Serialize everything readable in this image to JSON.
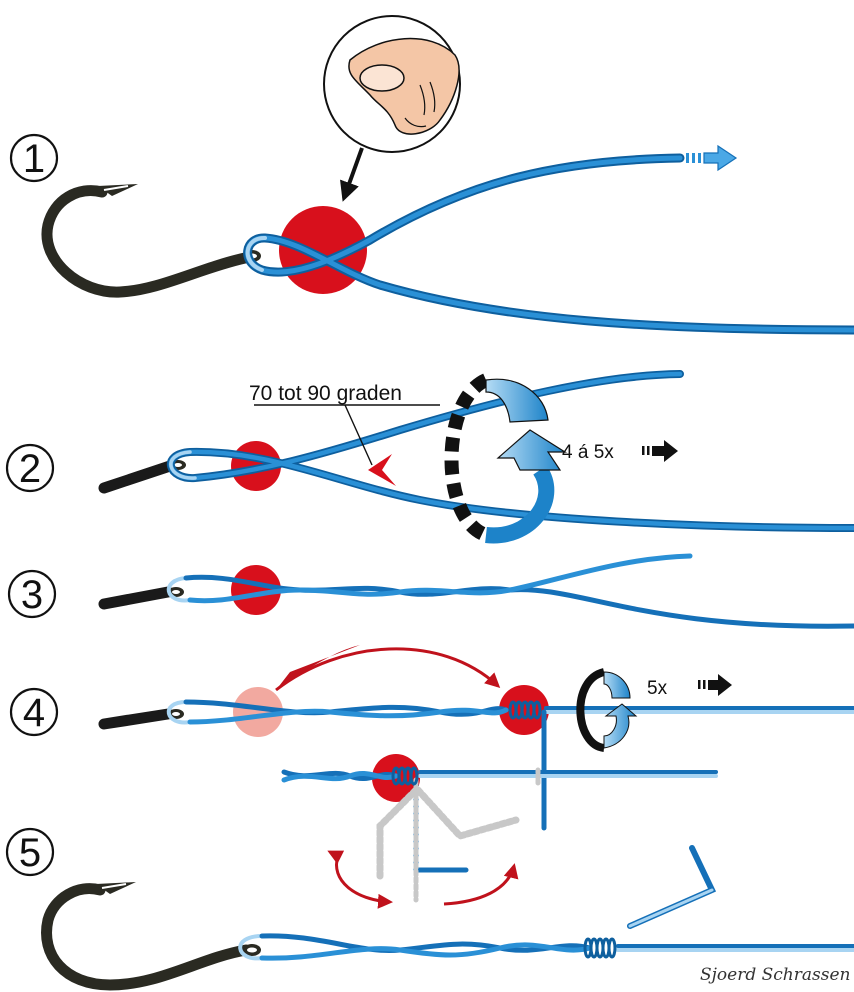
{
  "steps": [
    {
      "number": "1"
    },
    {
      "number": "2",
      "angle_label": "70 tot 90 graden",
      "turns_label": "4 á 5x"
    },
    {
      "number": "3"
    },
    {
      "number": "4",
      "turns_label": "5x"
    },
    {
      "number": "5"
    }
  ],
  "signature": "Sjoerd Schrassen",
  "icons": [
    "hook-icon",
    "finger-pinch-icon",
    "rotation-arrow-icon",
    "pull-direction-arrow-icon",
    "bend-arrow-icon"
  ],
  "colors": {
    "line_dark": "#1570b8",
    "line_light": "#6fb4e6",
    "pinch_point": "#d8101c",
    "pinch_point_faded": "#f2a9a0",
    "hook": "#2a2a22",
    "curved_arrow": "#c0121c"
  }
}
